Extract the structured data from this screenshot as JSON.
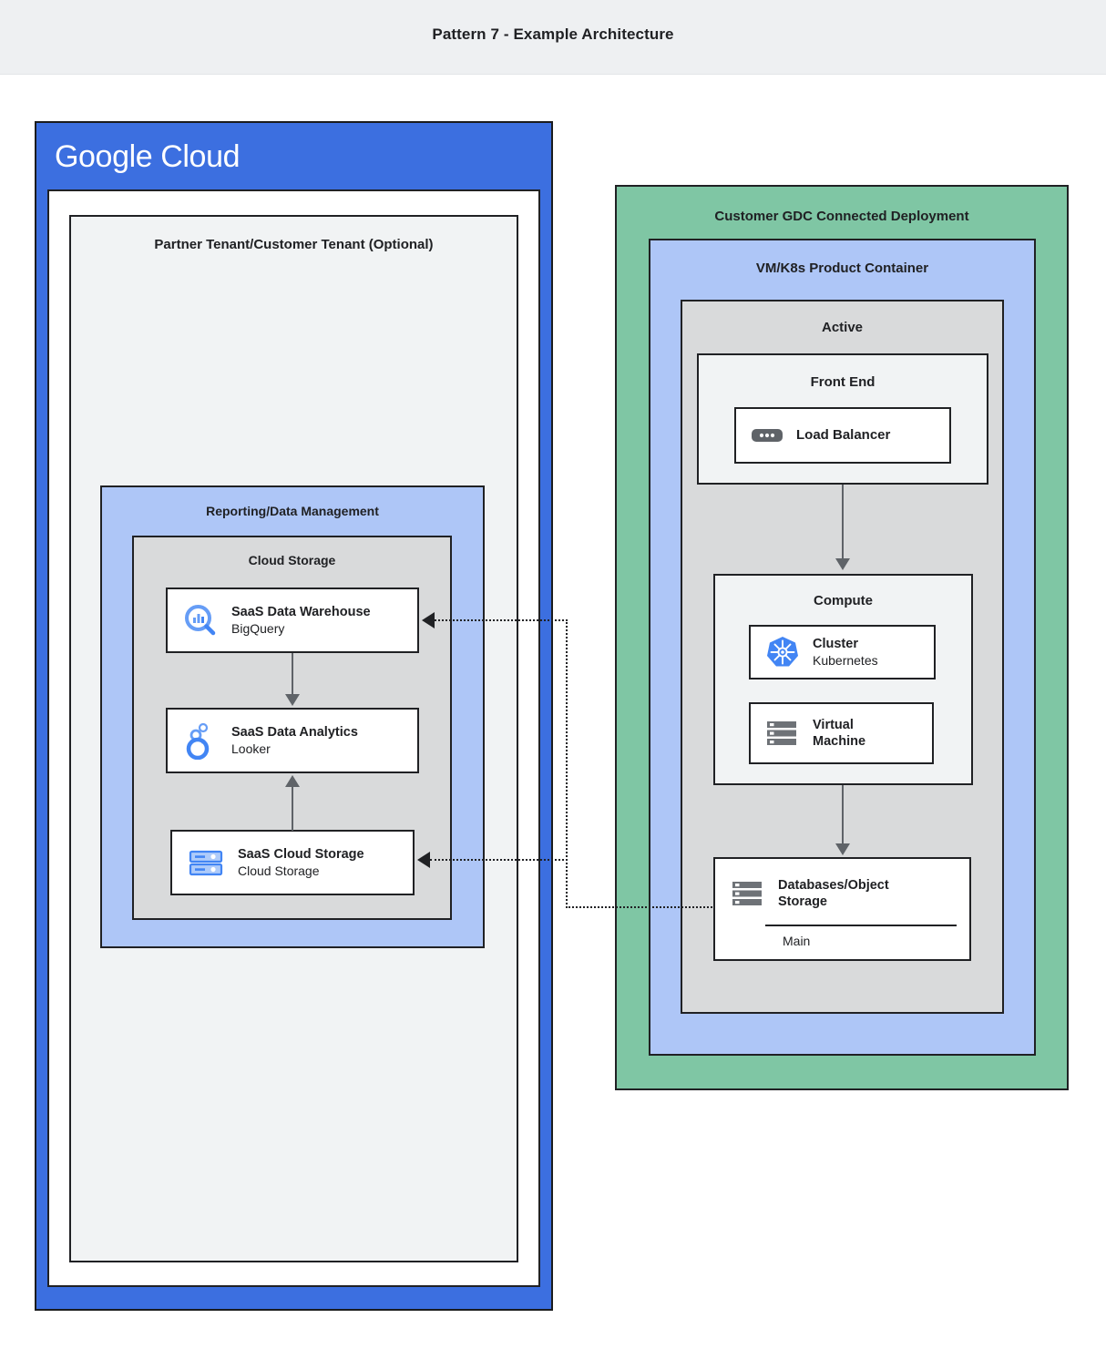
{
  "header": {
    "title": "Pattern 7 - Example Architecture"
  },
  "google_cloud": {
    "logo_word1": "Google",
    "logo_word2": "Cloud",
    "brand_color": "#3c6fe0",
    "tenant": {
      "title": "Partner Tenant/Customer Tenant (Optional)",
      "reporting": {
        "title": "Reporting/Data Management",
        "accent_color": "#aec6f7",
        "cloud_storage_group": {
          "title": "Cloud Storage",
          "items": [
            {
              "icon": "bigquery-icon",
              "title": "SaaS Data Warehouse",
              "subtitle": "BigQuery"
            },
            {
              "icon": "looker-icon",
              "title": "SaaS Data Analytics",
              "subtitle": "Looker"
            },
            {
              "icon": "cloud-storage-icon",
              "title": "SaaS Cloud Storage",
              "subtitle": "Cloud Storage"
            }
          ]
        }
      }
    }
  },
  "gdc": {
    "title": "Customer GDC Connected Deployment",
    "accent_color": "#7fc6a4",
    "product_container": {
      "title": "VM/K8s Product Container",
      "accent_color": "#aec6f7",
      "active": {
        "title": "Active",
        "front_end": {
          "title": "Front End",
          "items": [
            {
              "icon": "load-balancer-icon",
              "title": "Load Balancer",
              "subtitle": ""
            }
          ]
        },
        "compute": {
          "title": "Compute",
          "items": [
            {
              "icon": "kubernetes-icon",
              "title": "Cluster",
              "subtitle": "Kubernetes"
            },
            {
              "icon": "virtual-machine-icon",
              "title": "Virtual\nMachine",
              "subtitle": ""
            }
          ]
        },
        "database": {
          "icon": "database-icon",
          "title": "Databases/Object Storage",
          "title_line1": "Databases/Object",
          "title_line2": "Storage",
          "subtitle": "Main"
        }
      }
    }
  },
  "connectors": [
    {
      "name": "front-end-to-compute",
      "style": "solid",
      "direction": "down"
    },
    {
      "name": "warehouse-to-analytics",
      "style": "solid",
      "direction": "down"
    },
    {
      "name": "storage-to-analytics",
      "style": "solid",
      "direction": "up"
    },
    {
      "name": "database-to-warehouse",
      "style": "dotted",
      "direction": "left"
    },
    {
      "name": "database-to-cloud-storage",
      "style": "dotted",
      "direction": "left"
    }
  ]
}
